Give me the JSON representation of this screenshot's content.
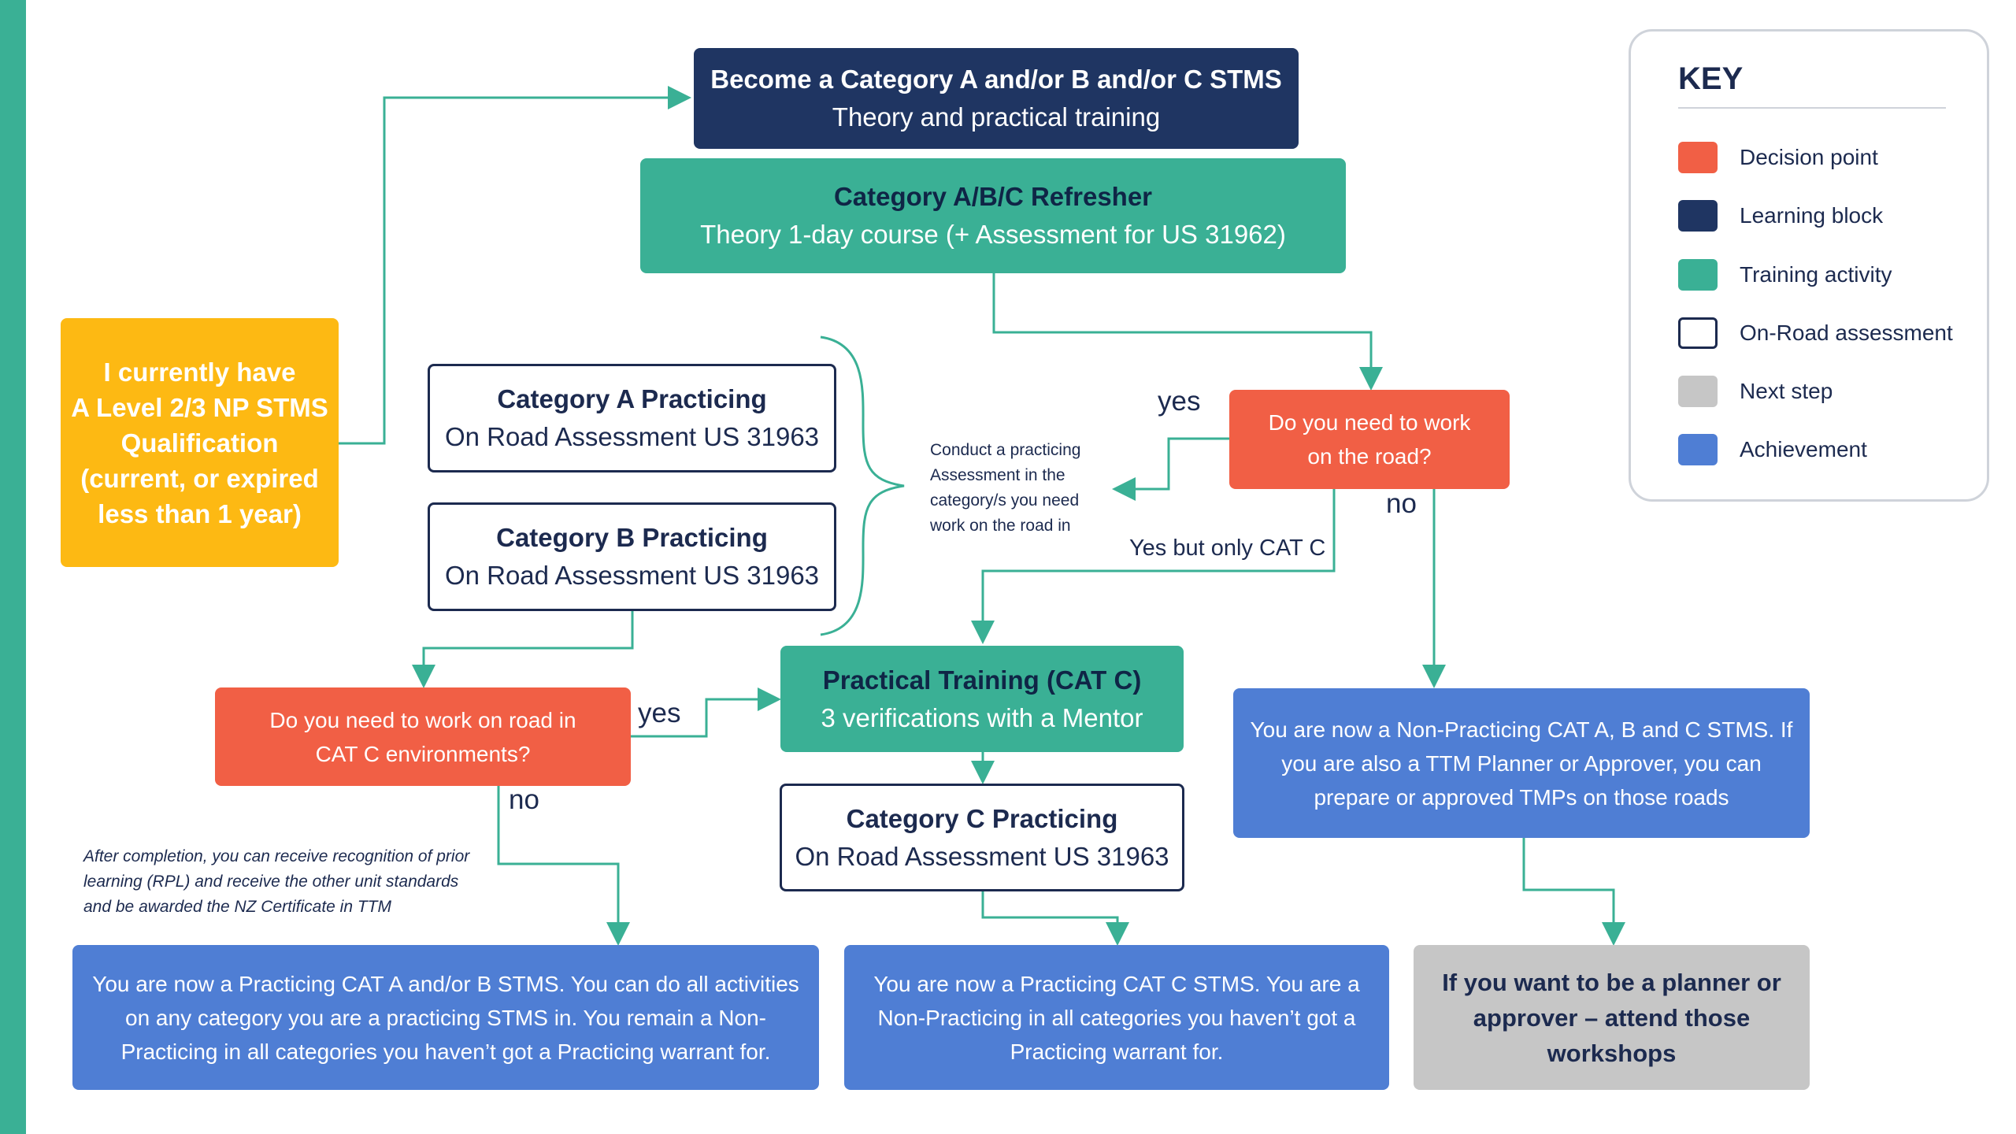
{
  "boxes": {
    "current_qual": [
      "I currently have",
      "A Level 2/3 NP STMS",
      "Qualification",
      "(current, or expired",
      "less than 1 year)"
    ],
    "become": {
      "title": "Become a Category A and/or B and/or C STMS",
      "sub": "Theory and practical training"
    },
    "refresher": {
      "title": "Category A/B/C Refresher",
      "sub": "Theory 1-day course (+ Assessment for US 31962)"
    },
    "cat_a": {
      "title": "Category A Practicing",
      "sub": "On Road Assessment US 31963"
    },
    "cat_b": {
      "title": "Category B Practicing",
      "sub": "On Road Assessment US 31963"
    },
    "cat_c": {
      "title": "Category C Practicing",
      "sub": "On Road Assessment US 31963"
    },
    "need_road": [
      "Do you need to work",
      "on the road?"
    ],
    "need_cat_c": [
      "Do you need to work on road in",
      "CAT C environments?"
    ],
    "practical_training": {
      "title": "Practical Training (CAT C)",
      "sub": "3 verifications with a Mentor"
    },
    "non_practicing": [
      "You are now a Non-Practicing CAT A, B and C STMS. If",
      "you are also a TTM Planner or Approver, you can",
      "prepare or approved TMPs on those roads"
    ],
    "practicing_ab": [
      "You are now a Practicing CAT A and/or B STMS. You can do all activities",
      "on any category you are a practicing STMS in. You remain a Non-",
      "Practicing in all categories you haven’t got a Practicing warrant for."
    ],
    "practicing_c": [
      "You are now a Practicing CAT C STMS. You are a",
      "Non-Practicing in all categories you haven’t got a",
      "Practicing warrant for."
    ],
    "planner": [
      "If you want to be a planner or",
      "approver – attend those",
      "workshops"
    ]
  },
  "labels": {
    "yes_1": "yes",
    "no_1": "no",
    "yes_but_c": "Yes but only CAT C",
    "yes_2": "yes",
    "no_2": "no"
  },
  "notes": {
    "conduct": [
      "Conduct a practicing",
      "Assessment in the",
      "category/s you need",
      "work on the road in"
    ],
    "rpl": [
      "After completion, you can receive recognition of prior",
      "learning (RPL) and receive the other unit standards",
      "and be awarded the NZ Certificate in TTM"
    ]
  },
  "key": {
    "title": "KEY",
    "items": [
      {
        "label": "Decision point",
        "color": "#f15f45"
      },
      {
        "label": "Learning block",
        "color": "#1f3562"
      },
      {
        "label": "Training activity",
        "color": "#3ab095"
      },
      {
        "label": "On-Road assessment",
        "color": "#ffffff",
        "outline": "#1c2a4f"
      },
      {
        "label": "Next step",
        "color": "#c6c6c6"
      },
      {
        "label": "Achievement",
        "color": "#4f7ed4"
      }
    ]
  },
  "colors": {
    "connector": "#3ab095",
    "decision": "#f15f45",
    "learning": "#1f3562",
    "training": "#3ab095",
    "achievement": "#4f7ed4",
    "next_step": "#c6c6c6",
    "qualification": "#fdb913"
  }
}
